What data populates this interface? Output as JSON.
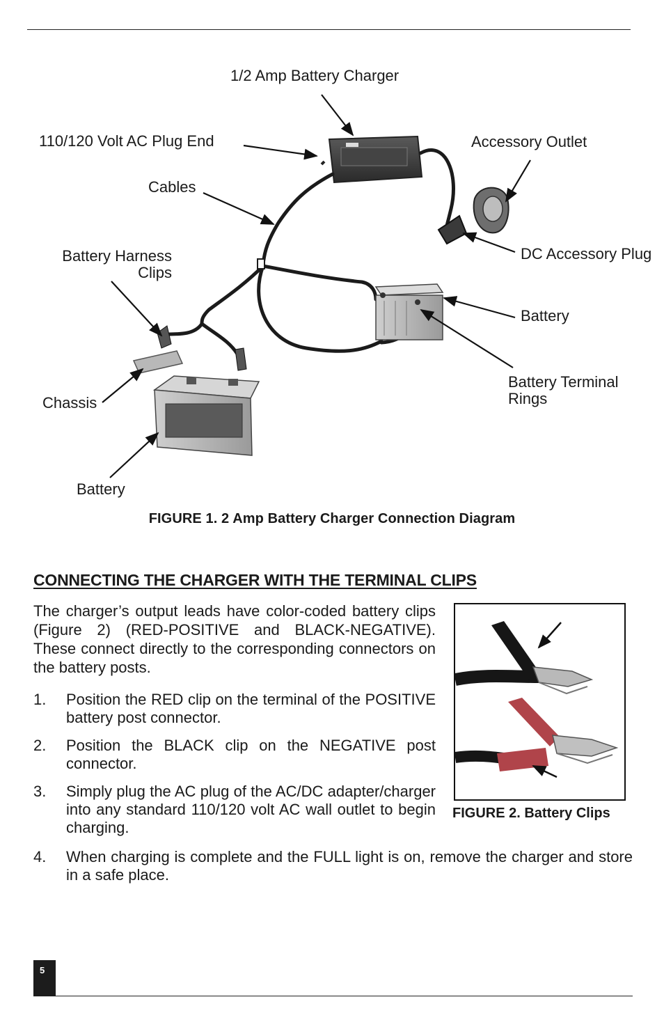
{
  "figure1": {
    "labels": {
      "charger": "1/2 Amp Battery Charger",
      "ac_plug": "110/120 Volt AC Plug End",
      "accessory_outlet": "Accessory Outlet",
      "cables": "Cables",
      "dc_plug": "DC Accessory Plug",
      "harness_clips_line1": "Battery Harness",
      "harness_clips_line2": "Clips",
      "battery_right": "Battery",
      "terminal_rings_line1": "Battery Terminal",
      "terminal_rings_line2": "Rings",
      "chassis": "Chassis",
      "battery_left": "Battery"
    },
    "caption": "FIGURE 1.  2 Amp Battery Charger Connection Diagram"
  },
  "section": {
    "title": "CONNECTING THE CHARGER WITH THE TERMINAL CLIPS",
    "intro": "The charger’s output leads have color-coded battery clips (Figure 2) (RED-POSITIVE and BLACK-NEGATIVE). These connect directly to the corresponding connectors on the battery posts.",
    "steps": [
      {
        "num": "1.",
        "text": "Position the RED clip on the terminal of the POSITIVE battery post connector."
      },
      {
        "num": "2.",
        "text": "Position the BLACK clip on the NEGATIVE post connector."
      },
      {
        "num": "3.",
        "text": "Simply plug the AC plug of the AC/DC adapter/charger into any standard 110/120 volt AC wall outlet to begin charging."
      },
      {
        "num": "4.",
        "text": "When charging is complete and the FULL light is on, remove the charger and store in a safe place."
      }
    ]
  },
  "figure2": {
    "caption": "FIGURE 2. Battery Clips"
  },
  "page_number": "5",
  "colors": {
    "text": "#1a1a1a",
    "red_clip": "#b0444a",
    "black_clip": "#161616"
  }
}
